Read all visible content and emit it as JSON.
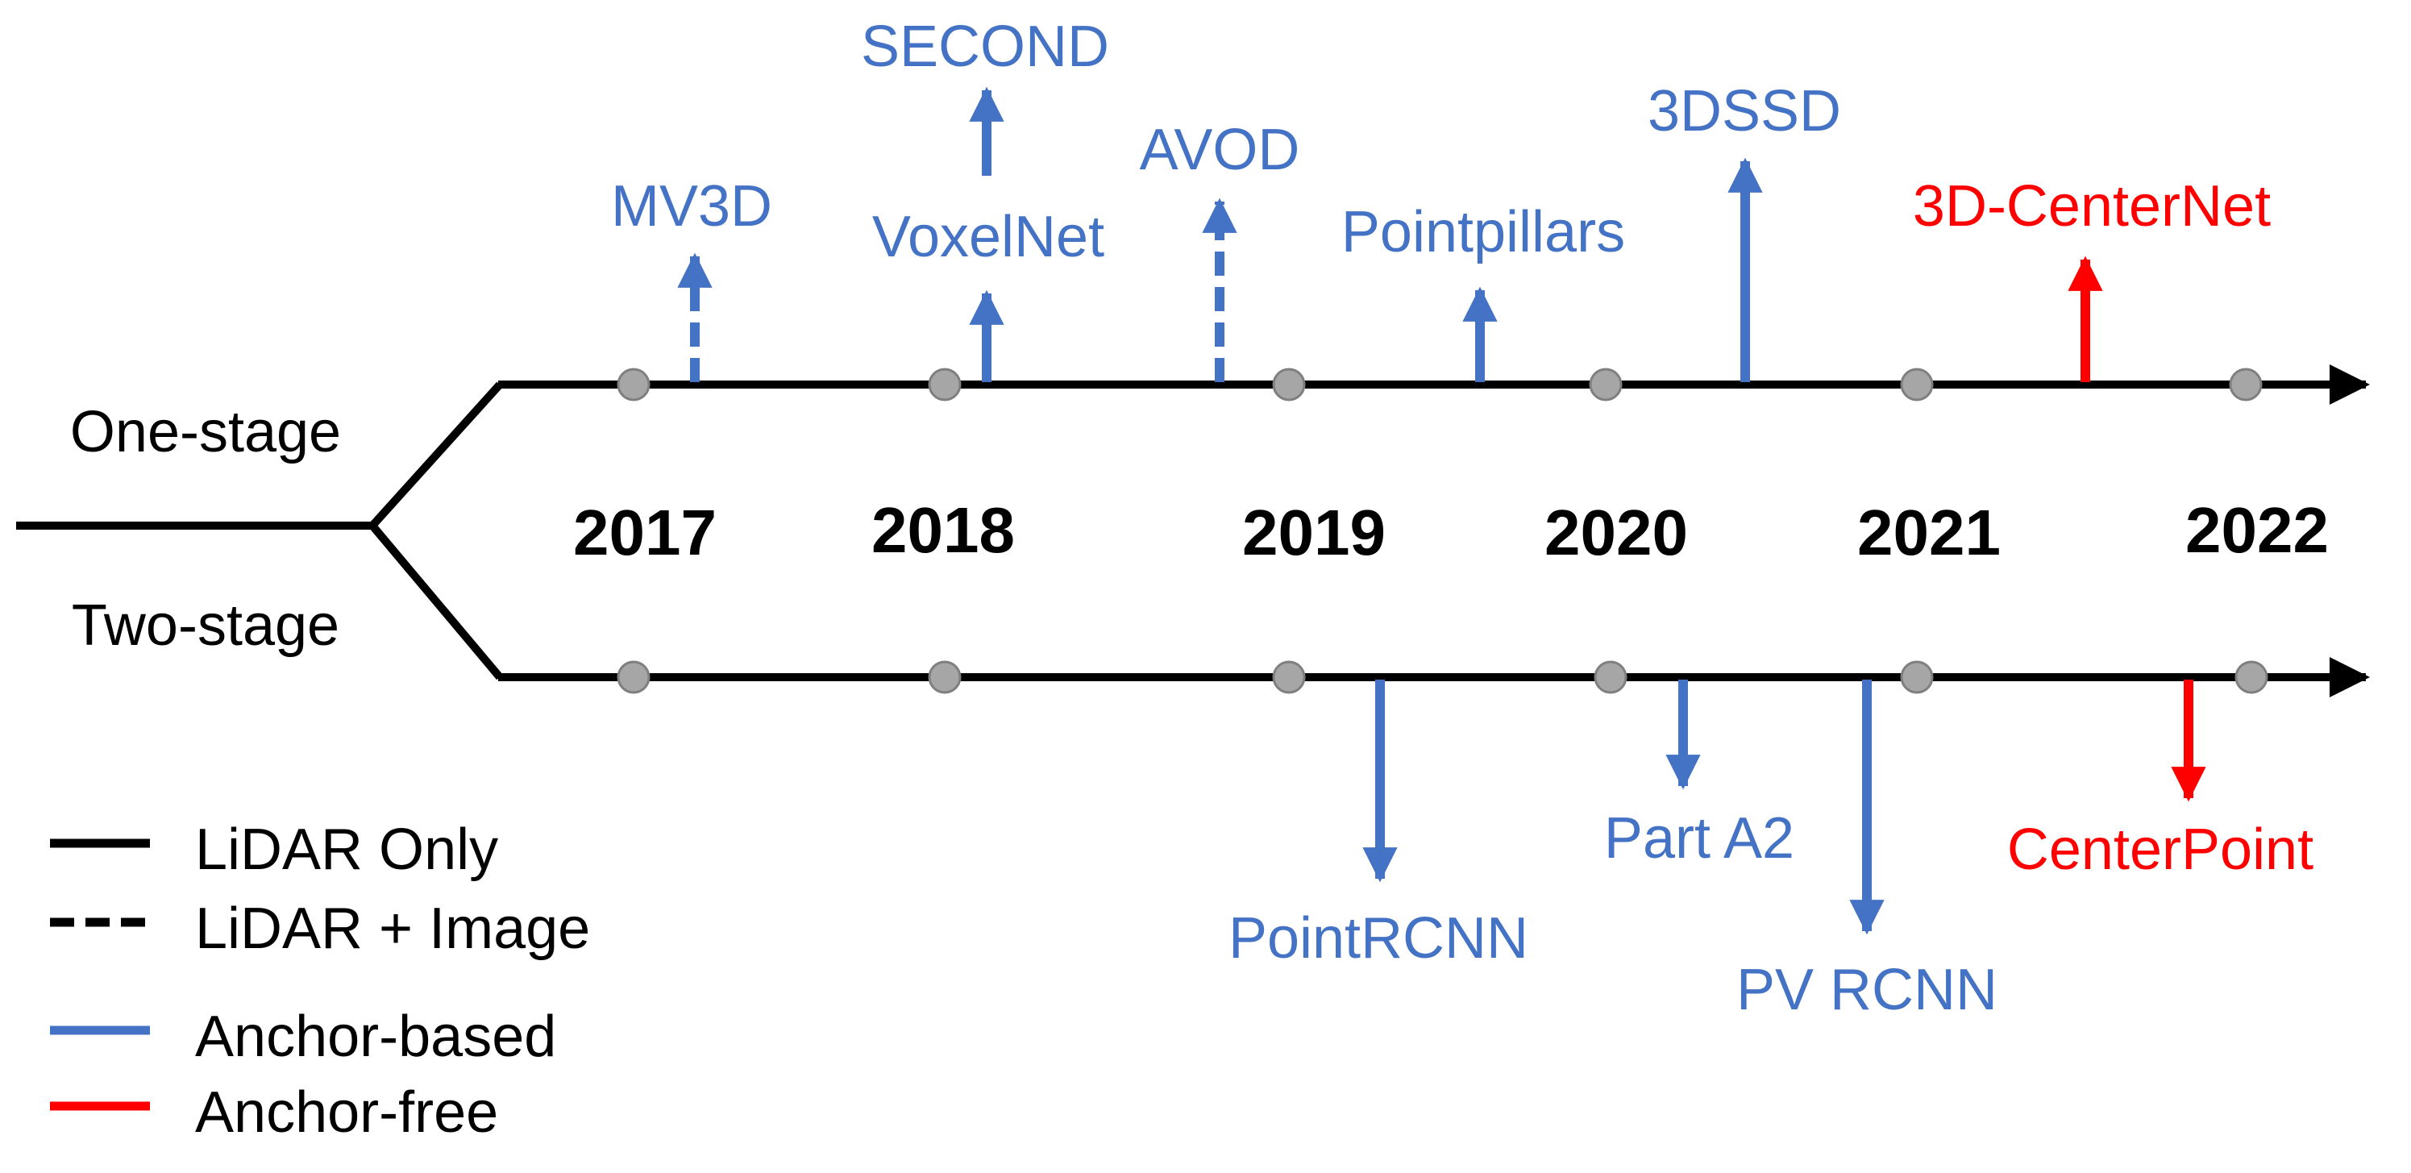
{
  "colors": {
    "axis": "#000000",
    "anchor_based": "#4472C4",
    "anchor_free": "#FF0000",
    "node": "#A6A6A6",
    "node_stroke": "#7F7F7F"
  },
  "branches": {
    "one_stage": "One-stage",
    "two_stage": "Two-stage"
  },
  "years": [
    "2017",
    "2018",
    "2019",
    "2020",
    "2021",
    "2022"
  ],
  "methods": {
    "mv3d": "MV3D",
    "voxelnet": "VoxelNet",
    "second": "SECOND",
    "avod": "AVOD",
    "pointpillars": "Pointpillars",
    "threedssd": "3DSSD",
    "centernet3d": "3D-CenterNet",
    "pointrcnn": "PointRCNN",
    "parta2": "Part A2",
    "pvrcnn": "PV RCNN",
    "centerpoint": "CenterPoint"
  },
  "legend": {
    "lidar_only": "LiDAR Only",
    "lidar_image": "LiDAR + Image",
    "anchor_based": "Anchor-based",
    "anchor_free": "Anchor-free"
  }
}
